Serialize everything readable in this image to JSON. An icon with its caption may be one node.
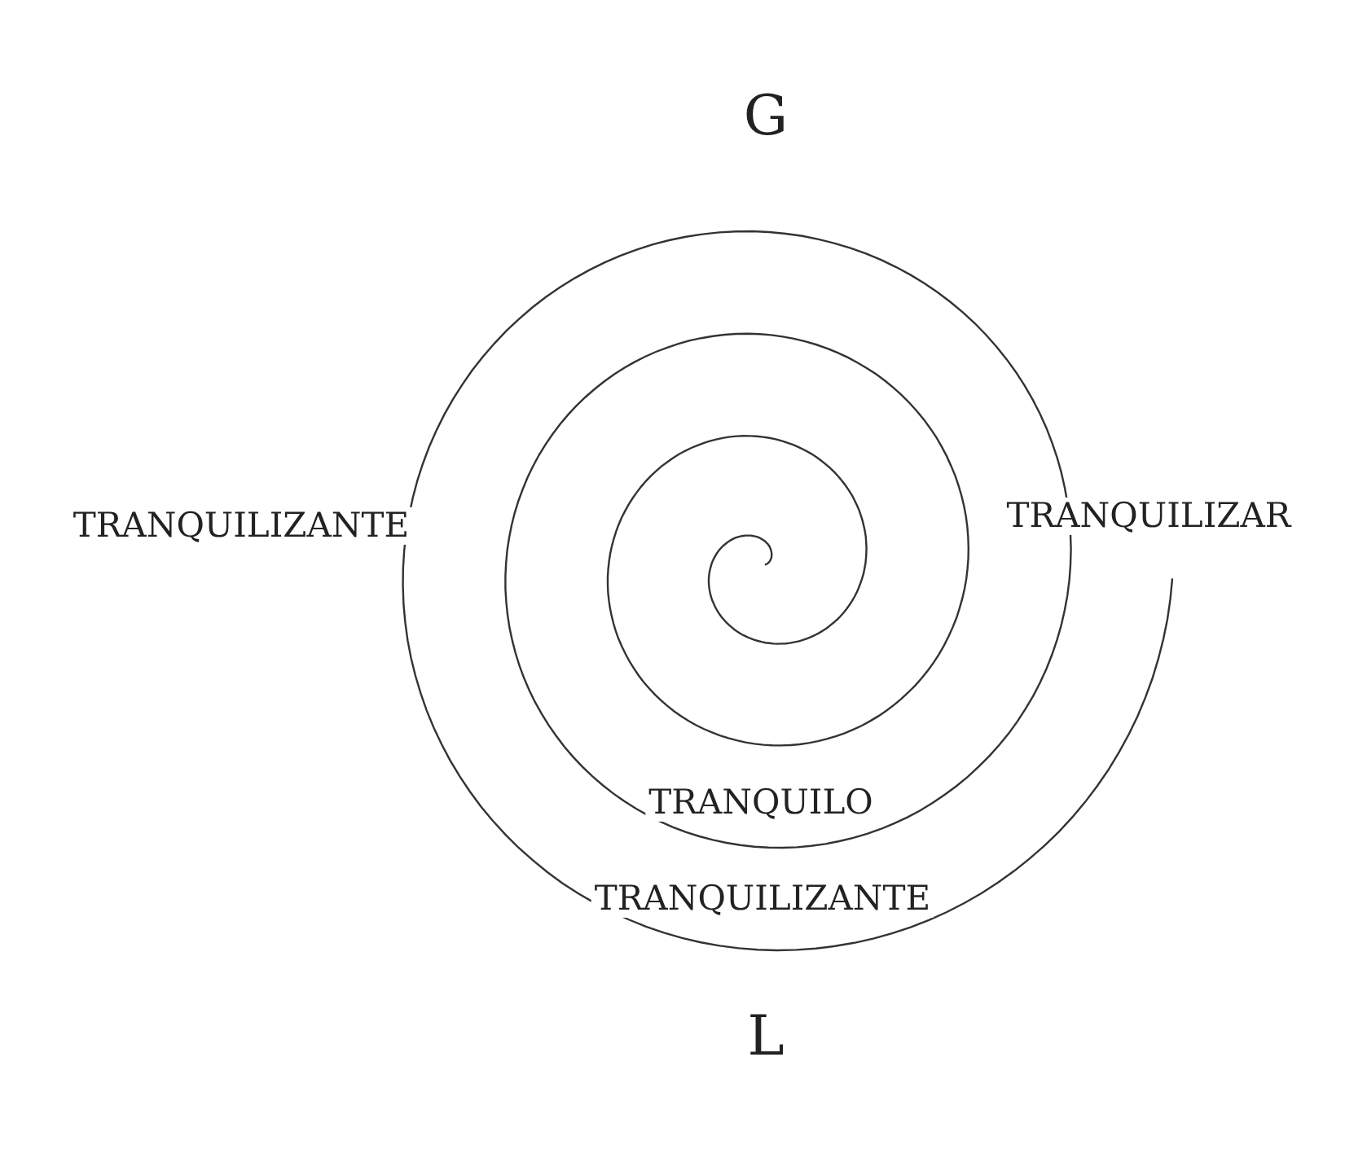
{
  "diagram": {
    "labels": [
      "G",
      "TRANQUILIZANTE",
      "TRANQUILIZAR",
      "TRANQUILO",
      "TRANQUILIZANTE",
      "L"
    ]
  }
}
